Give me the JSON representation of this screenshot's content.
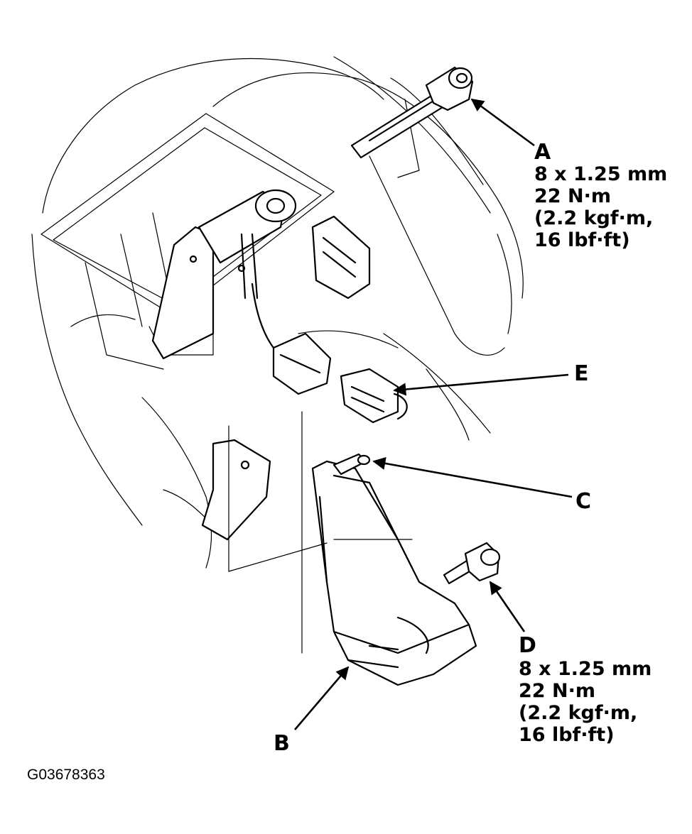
{
  "figure_code": "G03678363",
  "callouts": {
    "A": {
      "letter": "A",
      "spec": [
        "8 x 1.25 mm",
        "22 N·m",
        "(2.2 kgf·m,",
        "16 lbf·ft)"
      ]
    },
    "B": {
      "letter": "B"
    },
    "C": {
      "letter": "C"
    },
    "D": {
      "letter": "D",
      "spec": [
        "8 x 1.25 mm",
        "22 N·m",
        "(2.2 kgf·m,",
        "16 lbf·ft)"
      ]
    },
    "E": {
      "letter": "E"
    }
  }
}
